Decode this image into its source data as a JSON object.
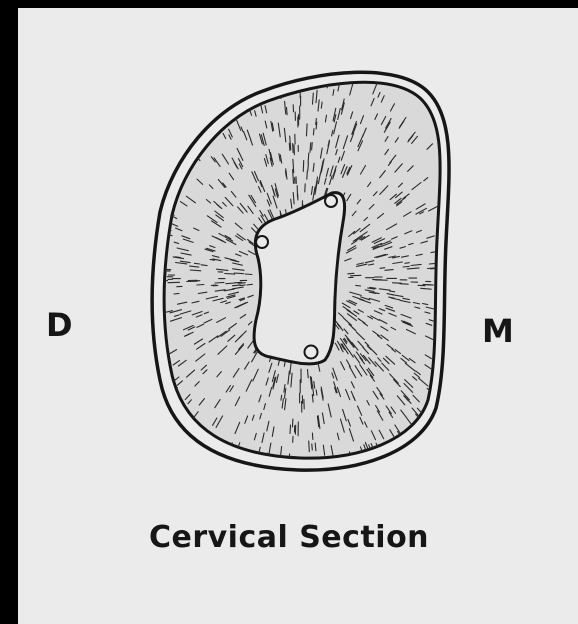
{
  "labels": {
    "left": "D",
    "right": "M"
  },
  "caption": "Cervical Section",
  "colors": {
    "ink": "#161616",
    "paper": "#ebebeb",
    "frame": "#000000",
    "pulp": "#e8e8e8"
  }
}
